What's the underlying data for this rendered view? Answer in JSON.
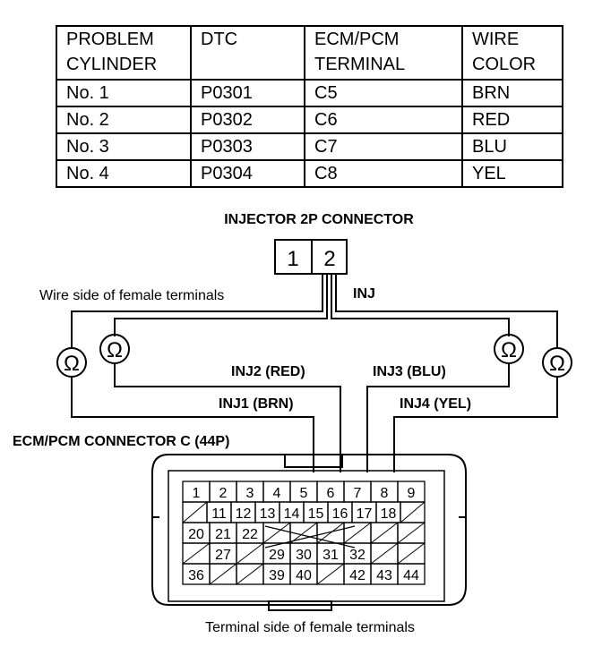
{
  "table": {
    "headers": [
      "PROBLEM\nCYLINDER",
      "DTC",
      "ECM/PCM\nTERMINAL",
      "WIRE\nCOLOR"
    ],
    "rows": [
      [
        "No. 1",
        "P0301",
        "C5",
        "BRN"
      ],
      [
        "No. 2",
        "P0302",
        "C6",
        "RED"
      ],
      [
        "No. 3",
        "P0303",
        "C7",
        "BLU"
      ],
      [
        "No. 4",
        "P0304",
        "C8",
        "YEL"
      ]
    ]
  },
  "diagram": {
    "injector_connector_title": "INJECTOR 2P CONNECTOR",
    "injector_pins": [
      "1",
      "2"
    ],
    "wire_side_label": "Wire side of female terminals",
    "inj_label": "INJ",
    "ohm_symbol": "Ω",
    "inj2_label": "INJ2 (RED)",
    "inj3_label": "INJ3 (BLU)",
    "inj1_label": "INJ1 (BRN)",
    "inj4_label": "INJ4 (YEL)",
    "ecm_connector_title": "ECM/PCM CONNECTOR C (44P)",
    "terminal_side_label": "Terminal side of female terminals",
    "connector_rows": [
      [
        "1",
        "2",
        "3",
        "4",
        "5",
        "6",
        "7",
        "8",
        "9"
      ],
      [
        "",
        "11",
        "12",
        "13",
        "14",
        "15",
        "16",
        "17",
        "18",
        ""
      ],
      [
        "20",
        "21",
        "22",
        "",
        "",
        "",
        "",
        "",
        ""
      ],
      [
        "",
        "27",
        "",
        "29",
        "30",
        "31",
        "32",
        "",
        ""
      ],
      [
        "36",
        "",
        "",
        "39",
        "40",
        "",
        "42",
        "43",
        "44"
      ]
    ]
  }
}
